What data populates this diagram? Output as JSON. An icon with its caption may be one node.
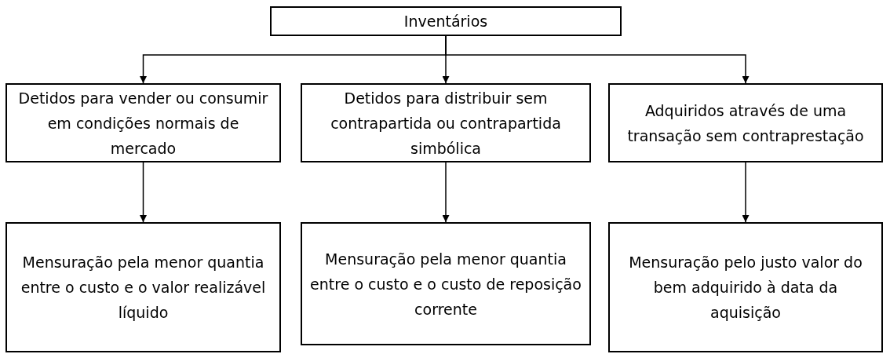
{
  "diagram": {
    "nodes": [
      {
        "text": [
          "Inventários"
        ]
      },
      {
        "text": [
          "Detidos para vender ou consumir em condições normais de mercado"
        ]
      },
      {
        "text": [
          "Detidos para distribuir sem contrapartida ou contrapartida simbólica"
        ]
      },
      {
        "text": [
          "Adquiridos através de uma transação sem contraprestação"
        ]
      },
      {
        "text": [
          "Mensuração pela menor quantia entre o custo e o valor realizável líquido"
        ]
      },
      {
        "text": [
          "Mensuração pela menor quantia entre o custo e o custo de reposição corrente"
        ]
      },
      {
        "text": [
          "Mensuração pelo justo valor do bem adquirido à data da aquisição"
        ]
      }
    ],
    "edges": [
      {
        "from": 0,
        "to": 1,
        "arrow": "to"
      },
      {
        "from": 0,
        "to": 2,
        "arrow": "to"
      },
      {
        "from": 0,
        "to": 3,
        "arrow": "to"
      },
      {
        "from": 1,
        "to": 4,
        "arrow": "to"
      },
      {
        "from": 2,
        "to": 5,
        "arrow": "to"
      },
      {
        "from": 3,
        "to": 6,
        "arrow": "to"
      }
    ]
  }
}
